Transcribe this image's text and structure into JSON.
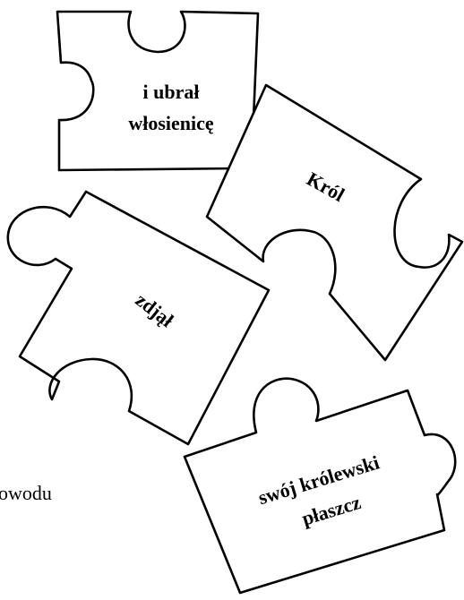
{
  "pieces": [
    {
      "id": "i-ubral",
      "lines": [
        "i ubrał",
        "włosienicę"
      ],
      "rotation_deg": 0
    },
    {
      "id": "krol",
      "lines": [
        "Król"
      ],
      "rotation_deg": 29
    },
    {
      "id": "zdjal",
      "lines": [
        "zdjął"
      ],
      "rotation_deg": 38
    },
    {
      "id": "plaszcz",
      "lines": [
        "swój królewski",
        "płaszcz"
      ],
      "rotation_deg": -17
    }
  ],
  "stray_text": "owodu"
}
